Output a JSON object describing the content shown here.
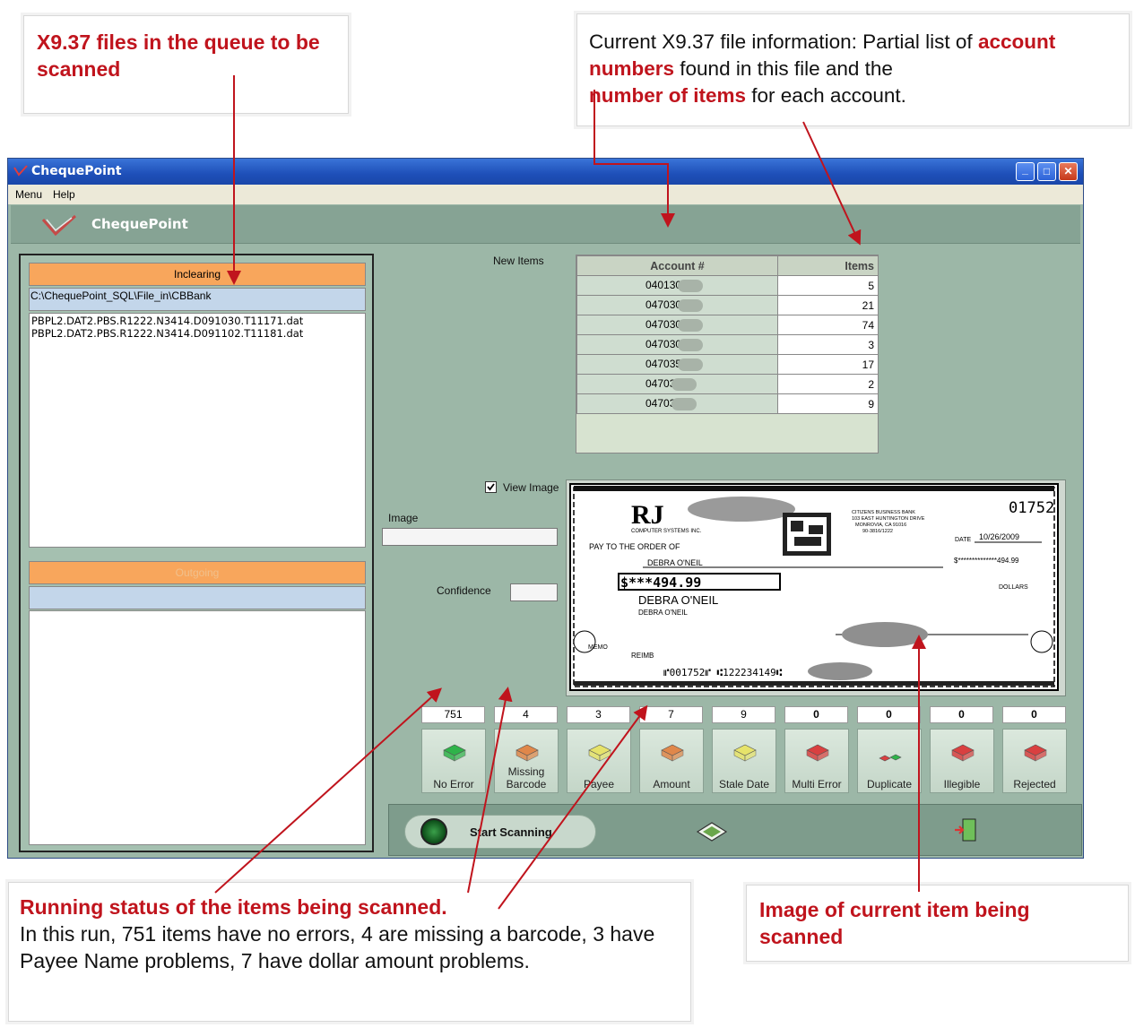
{
  "annotations": {
    "queue": {
      "title": "X9.37 files in the queue to be scanned"
    },
    "file_info": {
      "prefix": "Current X9.37 file information: Partial list of ",
      "accounts": "account numbers",
      "middle": " found in this file and the",
      "items": "number of items",
      "suffix": " for each account."
    },
    "status": {
      "title": "Running status of the items being scanned.",
      "body": "In this run, 751 items have no errors, 4 are missing a barcode, 3 have Payee Name problems, 7 have dollar amount problems."
    },
    "image": {
      "title": "Image of current item being scanned"
    }
  },
  "window": {
    "title": "ChequePoint",
    "banner_title": "ChequePoint",
    "menu": [
      "Menu",
      "Help"
    ],
    "controls": {
      "minimize": "_",
      "maximize": "□",
      "close": "✕"
    }
  },
  "left": {
    "inclearing_label": "Inclearing",
    "inclearing_path": "C:\\ChequePoint_SQL\\File_in\\CBBank",
    "files": [
      "PBPL2.DAT2.PBS.R1222.N3414.D091030.T11171.dat",
      "PBPL2.DAT2.PBS.R1222.N3414.D091102.T11181.dat"
    ],
    "outgoing_label": "Outgoing",
    "outgoing_path": ""
  },
  "main": {
    "new_items_label": "New Items",
    "accounts_table": {
      "headers": [
        "Account #",
        "Items"
      ],
      "rows": [
        {
          "account": "040130",
          "items": "5"
        },
        {
          "account": "047030",
          "items": "21"
        },
        {
          "account": "047030",
          "items": "74"
        },
        {
          "account": "047030",
          "items": "3"
        },
        {
          "account": "047035",
          "items": "17"
        },
        {
          "account": "04703",
          "items": "2"
        },
        {
          "account": "04703",
          "items": "9"
        }
      ]
    },
    "view_image_label": "View Image",
    "view_image_checked": true,
    "image_label": "Image",
    "image_value": "",
    "confidence_label": "Confidence",
    "confidence_value": ""
  },
  "check": {
    "number": "01752",
    "bank": "CITIZENS BUSINESS BANK",
    "bank_address": "103 EAST HUNTINGTON DRIVE",
    "bank_city": "MONROVIA, CA 91016",
    "bank_code": "90-3816/1222",
    "date_label": "DATE",
    "date": "10/26/2009",
    "pay_label": "PAY TO THE ORDER OF",
    "payee": "DEBRA O'NEIL",
    "amount_box": "$***494.99",
    "amount_words": "$**************494.99",
    "dollars": "DOLLARS",
    "address_name": "DEBRA O'NEIL",
    "address_name2": "DEBRA O'NEIL",
    "memo": "MEMO",
    "memo_value": "REIMB",
    "micr": "⑈001752⑈ ⑆122234149⑆",
    "logo_company": "COMPUTER SYSTEMS INC."
  },
  "status_buttons": [
    {
      "name": "no-error",
      "count": "751",
      "label": "No Error",
      "color": "#2fb34a",
      "bold": false
    },
    {
      "name": "missing-barcode",
      "count": "4",
      "label": "Missing Barcode",
      "color": "#e0874a",
      "bold": false
    },
    {
      "name": "payee",
      "count": "3",
      "label": "Payee",
      "color": "#e6e36a",
      "bold": false
    },
    {
      "name": "amount",
      "count": "7",
      "label": "Amount",
      "color": "#e0874a",
      "bold": false
    },
    {
      "name": "stale-date",
      "count": "9",
      "label": "Stale Date",
      "color": "#e6e36a",
      "bold": false
    },
    {
      "name": "multi-error",
      "count": "0",
      "label": "Multi Error",
      "color": "#d94040",
      "bold": true
    },
    {
      "name": "duplicate",
      "count": "0",
      "label": "Duplicate",
      "color": "#d94040",
      "bold": true
    },
    {
      "name": "illegible",
      "count": "0",
      "label": "Illegible",
      "color": "#d94040",
      "bold": true
    },
    {
      "name": "rejected",
      "count": "0",
      "label": "Rejected",
      "color": "#d94040",
      "bold": true
    }
  ],
  "bottom": {
    "start_label": "Start Scanning"
  }
}
